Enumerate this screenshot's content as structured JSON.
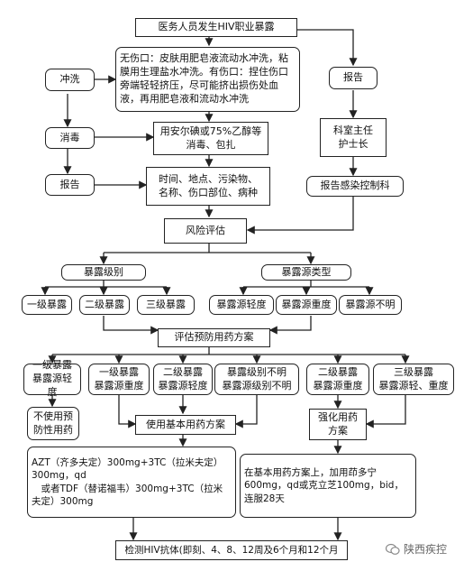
{
  "title": "医务人员发生HIV职业暴露",
  "wash": {
    "label": "冲洗",
    "detail": "无伤口：皮肤用肥皂液流动水冲洗，粘膜用生理盐水冲洗。有伤口：捏住伤口旁端轻轻挤压，尽可能挤出损伤处血液，再用肥皂液和流动水冲洗"
  },
  "disinfect": {
    "label": "消毒",
    "detail": "用安尔碘或75%乙醇等\n消毒、包扎"
  },
  "report_left": {
    "label": "报告",
    "detail": "时间、地点、污染物、\n名称、伤口部位、病种"
  },
  "report_right": {
    "label": "报告",
    "dept": "科室主任\n护士长",
    "control": "报告感染控制科"
  },
  "risk_assessment": "风险评估",
  "exposure_level": {
    "label": "暴露级别",
    "items": [
      "一级暴露",
      "二级暴露",
      "三级暴露"
    ]
  },
  "source_type": {
    "label": "暴露源类型",
    "items": [
      "暴露源轻度",
      "暴露源重度",
      "暴露源不明"
    ]
  },
  "evaluate_plan": "评估预防用药方案",
  "cases": [
    "一级暴露\n暴露源轻度",
    "一级暴露\n暴露源重度",
    "二级暴露\n暴露源轻度",
    "暴露级别不明\n暴露源级别不明",
    "二级暴露\n暴露源重度",
    "三级暴露\n暴露源轻、重度"
  ],
  "no_medication": "不使用预\n防性用药",
  "basic_plan": "使用基本用药方案",
  "enhanced_plan": "强化用药\n方案",
  "basic_detail": "AZT（齐多夫定）300mg+3TC（拉米夫定）\n300mg，qd\n　或者TDF（替诺福韦）300mg+3TC（拉米\n夫定）300mg",
  "enhanced_detail": "在基本用药方案上，加用茚多宁600mg，qd或克立芝100mg，bid，连服28天",
  "final": "检测HIV抗体(即刻、4、8、12周及6个月和12个月",
  "watermark": "陕西疾控"
}
